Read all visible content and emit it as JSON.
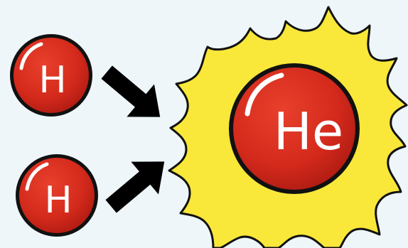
{
  "background_color": "#eef6fa",
  "reactants": [
    {
      "label": "H",
      "color": "#d42a1c"
    },
    {
      "label": "H",
      "color": "#d42a1c"
    }
  ],
  "product": {
    "label": "He",
    "color": "#d42a1c",
    "glow_color": "#f9e73a"
  },
  "arrow_color": "#000000",
  "icons": [
    "hydrogen-atom",
    "hydrogen-atom",
    "arrow-right-down",
    "arrow-right-up",
    "helium-atom",
    "sunburst-glow"
  ]
}
